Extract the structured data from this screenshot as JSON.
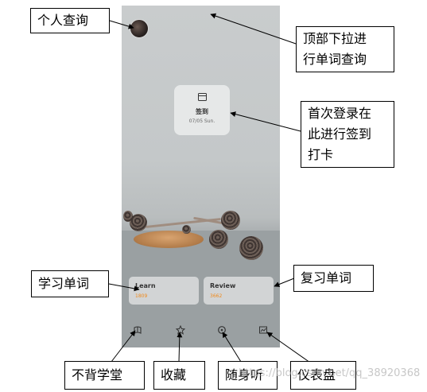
{
  "app": {
    "signin": {
      "title": "签到",
      "date": "07/05 Sun."
    },
    "learn_card": {
      "label": "Learn",
      "count": "1809"
    },
    "review_card": {
      "label": "Review",
      "count": "3662"
    },
    "bottom_nav": [
      {
        "icon": "book-icon"
      },
      {
        "icon": "star-icon"
      },
      {
        "icon": "headphones-icon"
      },
      {
        "icon": "chart-icon"
      }
    ],
    "accent_color": "#f08a1c"
  },
  "annotations": {
    "personal_query": "个人查询",
    "pull_down_query": "顶部下拉进\n行单词查询",
    "first_login_signin": "首次登录在\n此进行签到\n打卡",
    "learn_words": "学习单词",
    "review_words": "复习单词",
    "bubei_hall": "不背学堂",
    "favorites": "收藏",
    "listen_anywhere": "随身听",
    "dashboard": "仪表盘"
  },
  "watermark": "https://blog.csdn.net/qq_38920368"
}
